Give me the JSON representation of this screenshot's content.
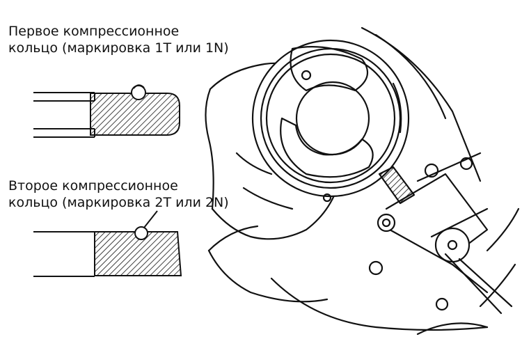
{
  "labels": {
    "first_ring_line1": "Первое компрессионное",
    "first_ring_line2": "кольцо (маркировка 1T или 1N)",
    "second_ring_line1": "Второе компрессионное",
    "second_ring_line2": "кольцо (маркировка 2T или 2N)"
  },
  "colors": {
    "ink": "#111111",
    "paper": "#ffffff"
  }
}
